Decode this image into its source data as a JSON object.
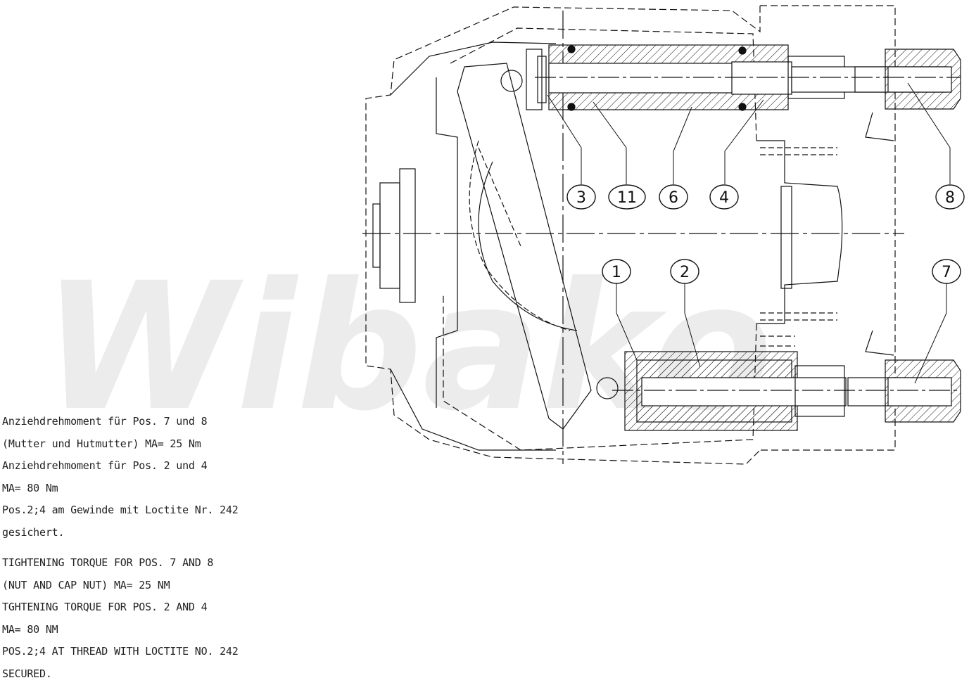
{
  "watermark": "Wibako",
  "callouts": [
    {
      "id": "3",
      "label": "3"
    },
    {
      "id": "11",
      "label": "11"
    },
    {
      "id": "6",
      "label": "6"
    },
    {
      "id": "4",
      "label": "4"
    },
    {
      "id": "8",
      "label": "8"
    },
    {
      "id": "1",
      "label": "1"
    },
    {
      "id": "2",
      "label": "2"
    },
    {
      "id": "7",
      "label": "7"
    }
  ],
  "notes_de": [
    "Anziehdrehmoment für Pos. 7 und 8",
    "(Mutter und Hutmutter) MA= 25 Nm",
    "Anziehdrehmoment für Pos. 2 und 4",
    "MA= 80 Nm",
    "Pos.2;4 am Gewinde mit Loctite Nr. 242",
    "gesichert."
  ],
  "notes_en": [
    "TIGHTENING TORQUE FOR POS. 7 AND 8",
    "(NUT AND CAP NUT) MA= 25 NM",
    "TGHTENING TORQUE FOR POS. 2 AND 4",
    "MA= 80 NM",
    "POS.2;4 AT THREAD WITH LOCTITE NO. 242",
    "SECURED."
  ],
  "colors": {
    "line": "#111111",
    "watermark": "#ececec"
  }
}
